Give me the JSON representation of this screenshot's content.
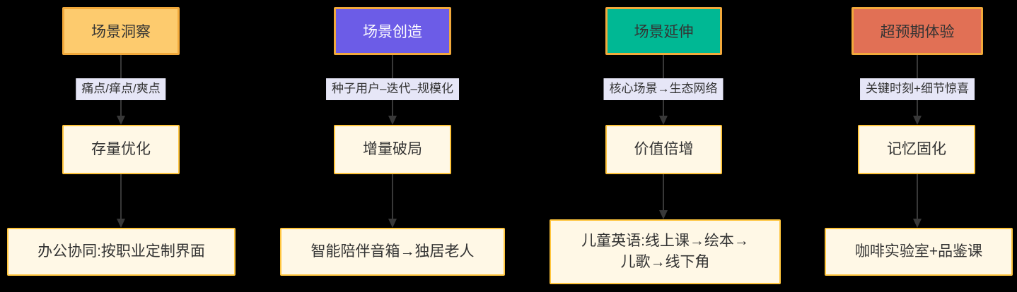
{
  "diagram": {
    "palette": {
      "background": "#000000",
      "line_color": "#383838",
      "edge_label_bg": "#E6E6F7",
      "edge_label_text": "#333333",
      "node_fill": "#FFF8E6",
      "node_border": "#FFC53D",
      "node_text": "#333333",
      "header_border": "#F2A93B"
    },
    "columns": [
      {
        "id": "scene-insight",
        "header": {
          "label": "场景洞察",
          "bg": "#FDCB6E",
          "text_color": "#333333"
        },
        "edge_label": "痛点/痒点/爽点",
        "middle_label": "存量优化",
        "bottom_label": "办公协同:按职业定制界面"
      },
      {
        "id": "scene-creation",
        "header": {
          "label": "场景创造",
          "bg": "#6C5CE7",
          "text_color": "#FFFFFF"
        },
        "edge_label": "种子用户–迭代–规模化",
        "middle_label": "增量破局",
        "bottom_label": "智能陪伴音箱→独居老人"
      },
      {
        "id": "scene-extension",
        "header": {
          "label": "场景延伸",
          "bg": "#00B894",
          "text_color": "#333333"
        },
        "edge_label": "核心场景→生态网络",
        "middle_label": "价值倍增",
        "bottom_label": "儿童英语:线上课→绘本→\n儿歌→线下角"
      },
      {
        "id": "beyond-expectation",
        "header": {
          "label": "超预期体验",
          "bg": "#E17055",
          "text_color": "#333333"
        },
        "edge_label": "关键时刻+细节惊喜",
        "middle_label": "记忆固化",
        "bottom_label": "咖啡实验室+品鉴课"
      }
    ]
  }
}
